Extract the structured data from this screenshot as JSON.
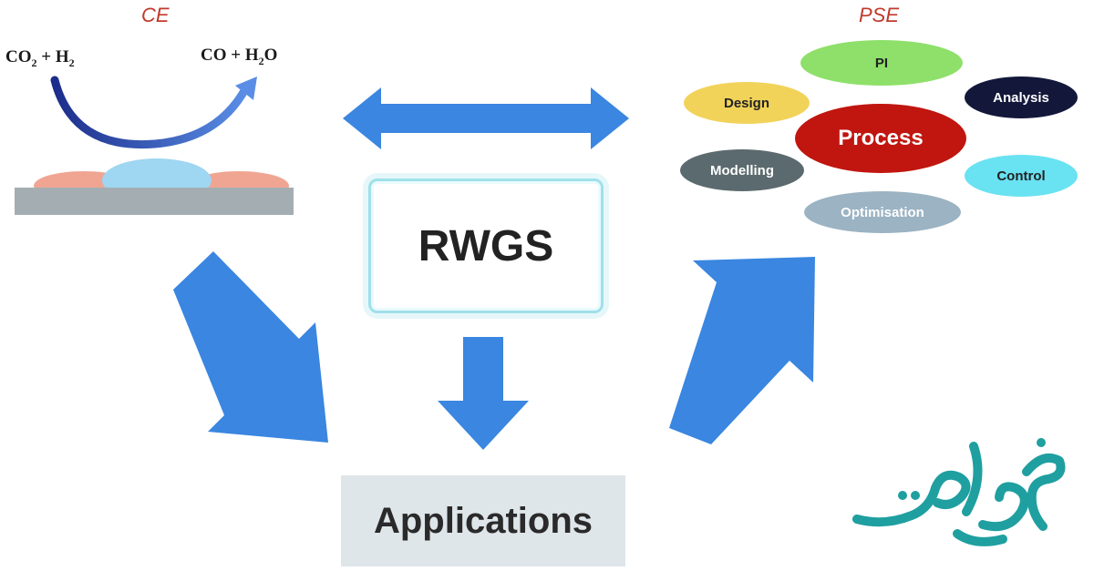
{
  "ce": {
    "title": "CE",
    "equation_left": {
      "a": "CO",
      "a_sub": "2",
      "b": " + H",
      "b_sub": "2"
    },
    "equation_right": {
      "a": "CO + H",
      "a_sub": "2",
      "b": "O"
    }
  },
  "center": {
    "box_label": "RWGS"
  },
  "bottom": {
    "box_label": "Applications"
  },
  "pse": {
    "title": "PSE",
    "bubbles": [
      {
        "label": "PI",
        "color": "#8ee06a"
      },
      {
        "label": "Design",
        "color": "#f1d35a"
      },
      {
        "label": "Analysis",
        "color": "#13183a"
      },
      {
        "label": "Process",
        "color": "#c0160f"
      },
      {
        "label": "Modelling",
        "color": "#5b6a6e"
      },
      {
        "label": "Control",
        "color": "#69e2f2"
      },
      {
        "label": "Optimisation",
        "color": "#9bb3c3"
      }
    ]
  },
  "colors": {
    "arrow": "#3a86e0",
    "surface": "#a4aeb2",
    "particle_blue": "#9fd6f2",
    "particle_red": "#f0a593",
    "watermark": "#1f9fa0"
  }
}
